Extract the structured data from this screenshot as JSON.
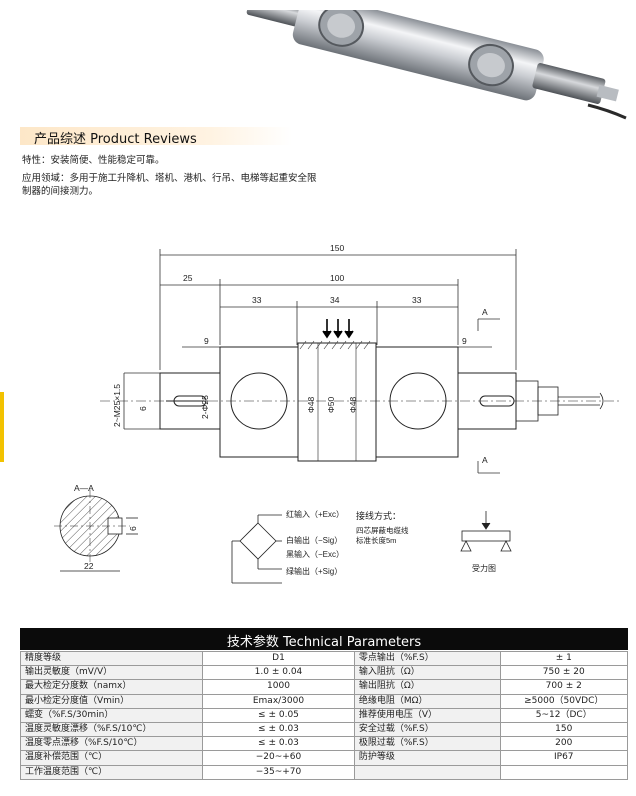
{
  "header": {
    "title": "产品综述 Product Reviews"
  },
  "features": [
    "特性：安装简便、性能稳定可靠。",
    "应用领域：多用于施工升降机、塔机、港机、行吊、电梯等起重安全限",
    "制器的间接测力。"
  ],
  "drawing": {
    "dim_150": "150",
    "dim_100": "100",
    "dim_25": "25",
    "dim_33_left": "33",
    "dim_34": "34",
    "dim_33_right": "33",
    "dim_9_left": "9",
    "dim_9_right": "9",
    "dim_6": "6",
    "thread_left": "2~M25×1.5",
    "dia_25": "2-Φ25",
    "dia_48_left": "Φ48",
    "dia_50": "Φ50",
    "dia_48_right": "Φ48",
    "section_label_top": "A",
    "section_label_bottom": "A",
    "section_title": "A—A",
    "section_dim_22": "22",
    "section_dim_6": "6",
    "wiring": {
      "red": "红输入（+Exc）",
      "white": "白输出（−Sig）",
      "black": "黑输入（−Exc）",
      "green": "绿输出（+Sig）"
    },
    "connection_title": "接线方式：",
    "connection_line1": "四芯屏蔽电缆线",
    "connection_line2": "标准长度5m",
    "force_label": "受力图"
  },
  "params": {
    "title": "技术参数 Technical Parameters",
    "rows": [
      [
        "精度等级",
        "D1",
        "零点输出（%F.S）",
        "± 1"
      ],
      [
        "输出灵敏度（mV/V）",
        "1.0 ± 0.04",
        "输入阻抗（Ω）",
        "750 ± 20"
      ],
      [
        "最大检定分度数（namx）",
        "1000",
        "输出阻抗（Ω）",
        "700 ± 2"
      ],
      [
        "最小检定分度值（Vmin）",
        "Emax/3000",
        "绝缘电阻（MΩ）",
        "≥5000（50VDC）"
      ],
      [
        "蠕变（%F.S/30min）",
        "≤ ± 0.05",
        "推荐使用电压（V）",
        "5~12（DC）"
      ],
      [
        "温度灵敏度漂移（%F.S/10℃）",
        "≤ ± 0.03",
        "安全过载（%F.S）",
        "150"
      ],
      [
        "温度零点漂移（%F.S/10℃）",
        "≤ ± 0.03",
        "极限过载（%F.S）",
        "200"
      ],
      [
        "温度补偿范围（℃）",
        "−20~+60",
        "防护等级",
        "IP67"
      ],
      [
        "工作温度范围（℃）",
        "−35~+70",
        "",
        ""
      ]
    ]
  },
  "colors": {
    "header_bg": "#fde7c8",
    "params_head_bg": "#0b0b0b",
    "accent": "#f2c200"
  }
}
